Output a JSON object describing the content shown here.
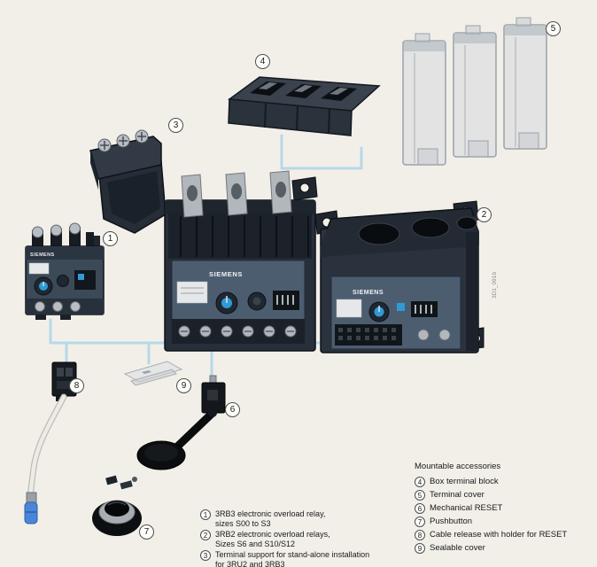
{
  "brand": "SIEMENS",
  "watermark": "3D1_0916",
  "callouts": [
    "1",
    "2",
    "3",
    "4",
    "5",
    "6",
    "7",
    "8",
    "9"
  ],
  "legend": {
    "items": [
      {
        "num": "1",
        "line1": "3RB3 electronic overload relay,",
        "line2": "sizes S00 to S3"
      },
      {
        "num": "2",
        "line1": "3RB2 electronic overload relays,",
        "line2": "Sizes S6 and S10/S12"
      },
      {
        "num": "3",
        "line1": "Terminal support for stand-alone installation",
        "line2": "for 3RU2 and 3RB3"
      }
    ]
  },
  "accessories": {
    "title": "Mountable accessories",
    "items": [
      {
        "num": "4",
        "label": "Box terminal block"
      },
      {
        "num": "5",
        "label": "Terminal cover"
      },
      {
        "num": "6",
        "label": "Mechanical RESET"
      },
      {
        "num": "7",
        "label": "Pushbutton"
      },
      {
        "num": "8",
        "label": "Cable release with holder for RESET"
      },
      {
        "num": "9",
        "label": "Sealable cover"
      }
    ]
  },
  "colors": {
    "background": "#f2efe9",
    "connector": "#b7d8e7",
    "panel": "#4d5d70",
    "body": "#272f3a",
    "dial_blue": "#2f9bd6",
    "metal": "#b2b7bc"
  }
}
